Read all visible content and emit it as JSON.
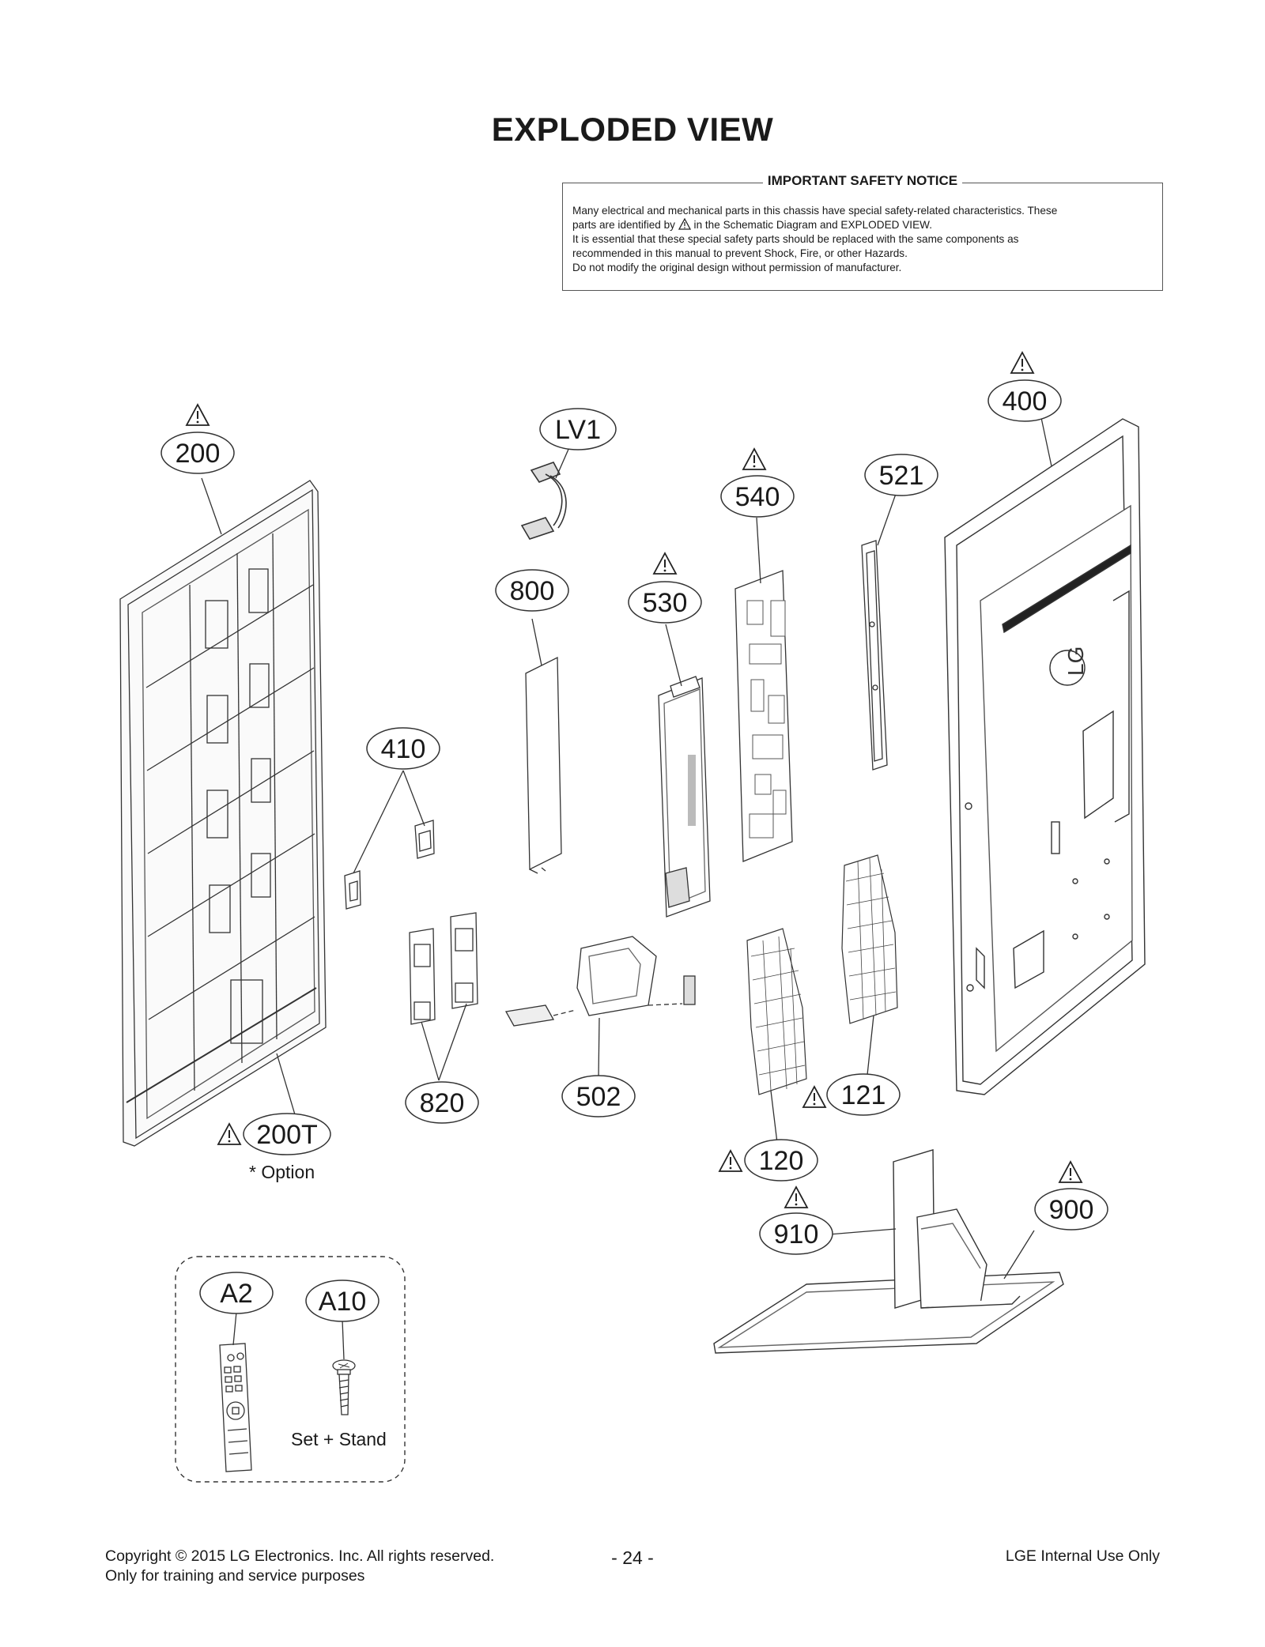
{
  "title": "EXPLODED VIEW",
  "notice": {
    "heading": "IMPORTANT SAFETY NOTICE",
    "line1": "Many electrical and mechanical parts in this chassis have special safety-related characteristics. These",
    "line2a": "parts are identified by",
    "line2b": "in the Schematic Diagram and EXPLODED VIEW.",
    "line3": "It is essential that these special safety parts should be replaced with the same components as",
    "line4": "recommended in this manual to prevent Shock, Fire, or other Hazards.",
    "line5": "Do not modify the original design without permission of manufacturer."
  },
  "callouts": {
    "c200": "200",
    "c200t": "200T",
    "c410": "410",
    "c820": "820",
    "clv1": "LV1",
    "c800": "800",
    "c530": "530",
    "c540": "540",
    "c502": "502",
    "c521": "521",
    "c400": "400",
    "c121": "121",
    "c120": "120",
    "c910": "910",
    "c900": "900",
    "ca2": "A2",
    "ca10": "A10"
  },
  "option_note": "* Option",
  "set_stand_note": "Set + Stand",
  "tv_logo": "LG",
  "footer": {
    "copyright": "Copyright  © 2015 LG Electronics. Inc. All rights reserved.",
    "training": "Only for training and service purposes",
    "page": "- 24 -",
    "internal": "LGE Internal Use Only"
  },
  "icons": {
    "warning": "warning-triangle-icon"
  }
}
